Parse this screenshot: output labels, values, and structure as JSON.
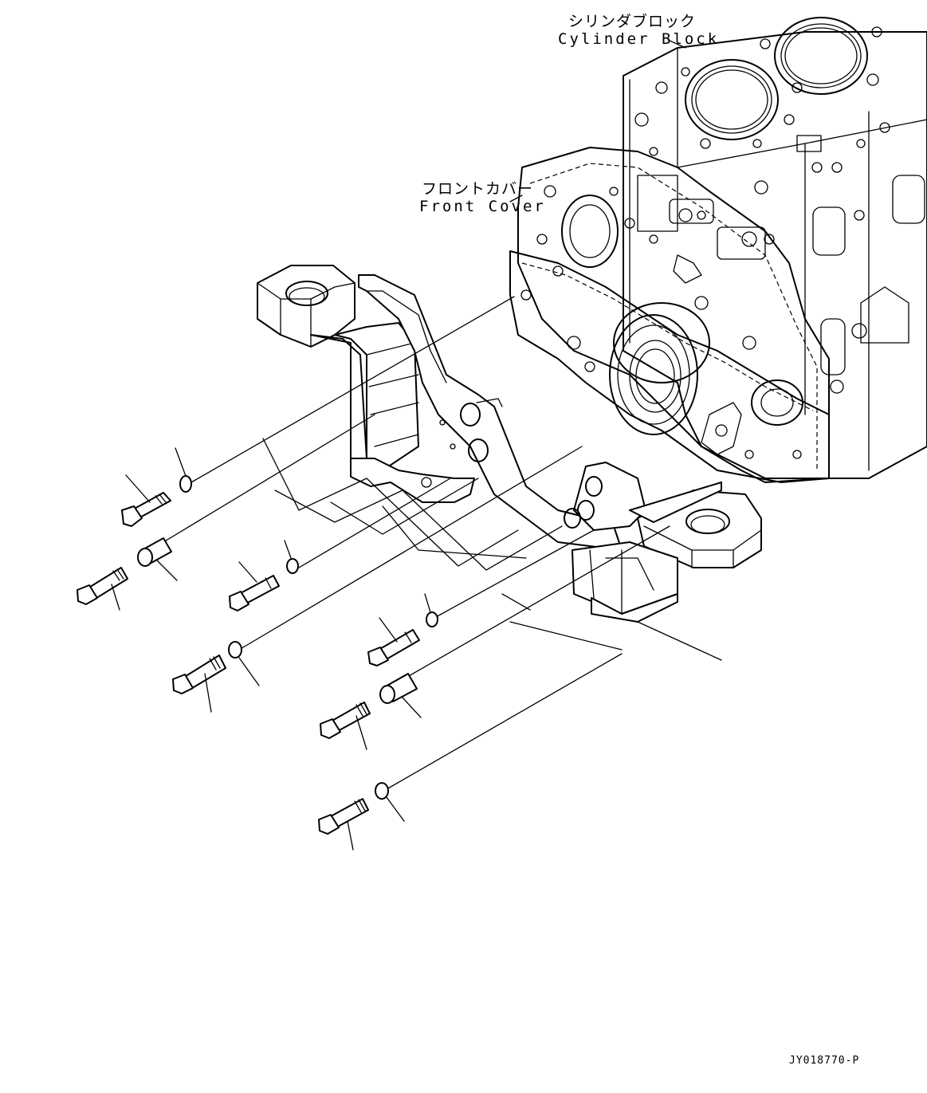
{
  "labels": {
    "cylinder_block_jp": "シリンダブロック",
    "cylinder_block_en": "Cylinder Block",
    "front_cover_jp": "フロントカバー",
    "front_cover_en": "Front Cover",
    "drawing_number": "JY018770-P"
  }
}
